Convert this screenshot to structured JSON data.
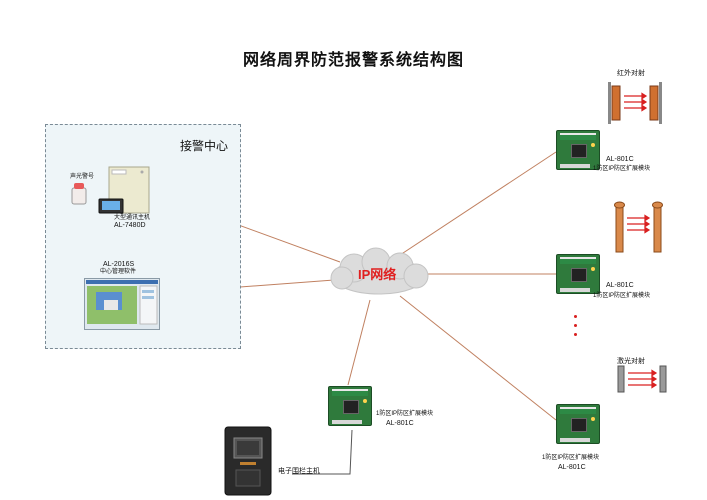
{
  "title": "网络周界防范报警系统结构图",
  "alarm_center": {
    "label": "接警中心",
    "siren_label": "声光警号",
    "host_desc": "大型通讯主机",
    "host_model": "AL-7480D",
    "software_model": "AL-2016S",
    "software_desc": "中心管理软件"
  },
  "network_label": "IP网络",
  "modules": [
    {
      "model": "AL-801C",
      "desc": "1防区IP防区扩展模块"
    },
    {
      "model": "AL-801C",
      "desc": "1防区IP防区扩展模块"
    },
    {
      "model": "AL-801C",
      "desc": "1防区IP防区扩展模块"
    },
    {
      "model": "AL-801C",
      "desc": "1防区IP防区扩展模块"
    }
  ],
  "sensors": {
    "infrared_label": "红外对射",
    "laser_label": "激光对射"
  },
  "fence_host_label": "电子围栏主机",
  "colors": {
    "link": "#c08060",
    "arrow": "#d92020",
    "cloud_text": "#e02020",
    "board": "#2f7a3c"
  }
}
